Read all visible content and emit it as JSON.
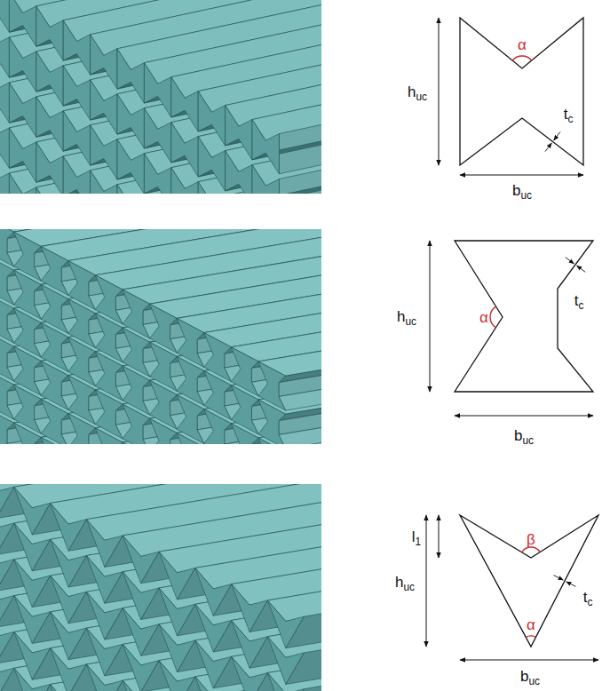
{
  "diagram": {
    "labels": [
      "α",
      "huc",
      "tc",
      "buc",
      "huc",
      "α",
      "tc",
      "buc",
      "huc",
      "l1",
      "β",
      "tc",
      "α",
      "buc"
    ]
  }
}
